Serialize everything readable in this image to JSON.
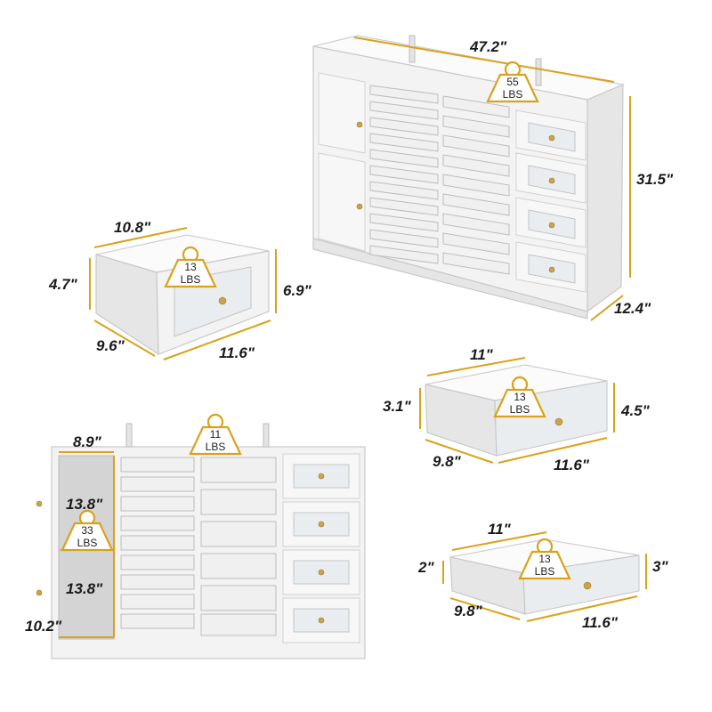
{
  "main_cabinet": {
    "width": "47.2\"",
    "height": "31.5\"",
    "depth": "12.4\"",
    "weight_value": "55",
    "weight_unit": "LBS"
  },
  "large_drawer": {
    "depth_top": "10.8\"",
    "height_side": "4.7\"",
    "height_front": "6.9\"",
    "depth_bottom": "9.6\"",
    "width_front": "11.6\"",
    "weight_value": "13",
    "weight_unit": "LBS"
  },
  "medium_drawer": {
    "depth_top": "11\"",
    "height_side": "3.1\"",
    "height_front": "4.5\"",
    "depth_bottom": "9.8\"",
    "width_front": "11.6\"",
    "weight_value": "13",
    "weight_unit": "LBS"
  },
  "small_drawer": {
    "depth_top": "11\"",
    "height_side": "2\"",
    "height_front": "3\"",
    "depth_bottom": "9.8\"",
    "width_front": "11.6\"",
    "weight_value": "13",
    "weight_unit": "LBS"
  },
  "interior": {
    "shelf_depth": "8.9\"",
    "upper_compartment": "13.8\"",
    "lower_compartment": "13.8\"",
    "door_depth": "10.2\"",
    "shelf_weight_value": "33",
    "shelf_weight_unit": "LBS",
    "top_weight_value": "11",
    "top_weight_unit": "LBS"
  },
  "colors": {
    "accent": "#d9a21b",
    "cabinet": "#f3f3f3",
    "knob": "#c9a44a"
  }
}
